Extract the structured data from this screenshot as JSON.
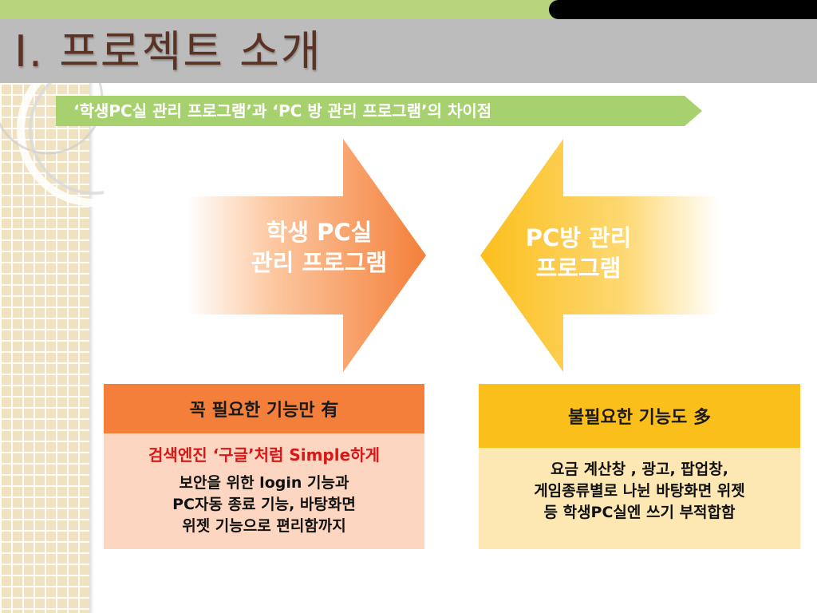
{
  "slide": {
    "title": "I. 프로젝트 소개",
    "subtitle": "‘학생PC실 관리 프로그램’과 ‘PC 방 관리 프로그램’의 차이점"
  },
  "arrows": {
    "left_line1": "학생 PC실",
    "left_line2": "관리 프로그램",
    "right_line1": "PC방 관리",
    "right_line2": "프로그램"
  },
  "left_box": {
    "header": "꼭 필요한 기능만 有",
    "highlight": "검색엔진 ‘구글’처럼  Simple하게",
    "line1": "보안을 위한 login 기능과",
    "line2": "PC자동 종료 기능, 바탕화면",
    "line3": "위젯 기능으로 편리함까지"
  },
  "right_box": {
    "header": "불필요한 기능도 多",
    "line1": "요금 계산창 , 광고, 팝업창,",
    "line2": "게임종류별로 나뉜 바탕화면 위젯",
    "line3": "등 학생PC실엔 쓰기 부적합함"
  },
  "colors": {
    "accent_green": "#a7d16e",
    "orange": "#f47f3a",
    "gold": "#fbbf1c",
    "title_brown": "#5a3324"
  }
}
